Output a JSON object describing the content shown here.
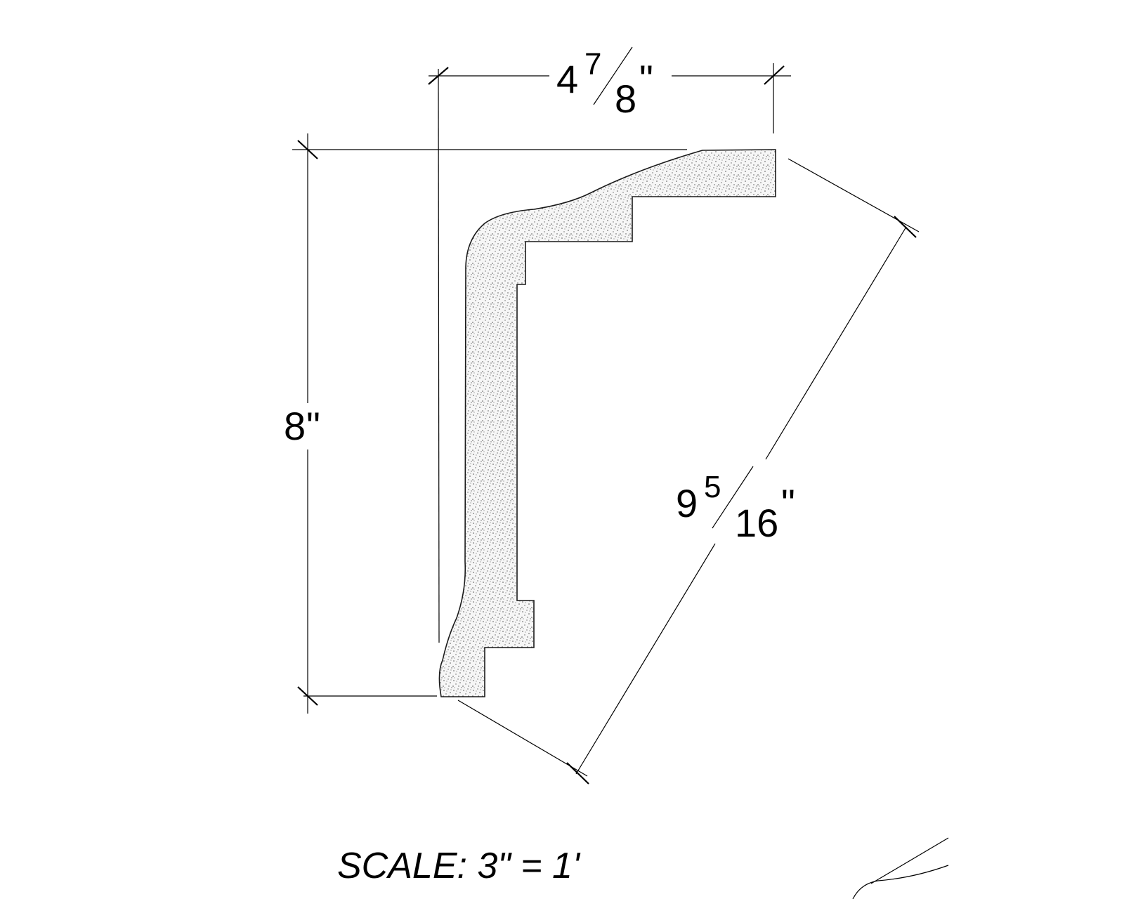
{
  "dimensions": {
    "width": {
      "whole": "4",
      "numerator": "7",
      "denominator": "8",
      "unit": "\""
    },
    "height": {
      "value": "8",
      "unit": "\""
    },
    "diagonal": {
      "whole": "9",
      "numerator": "5",
      "denominator": "16",
      "unit": "\""
    }
  },
  "scale": {
    "label": "SCALE:  3\" = 1'"
  },
  "colors": {
    "line": "#000000",
    "fill": "#f4f4f4",
    "stipple": "#555555"
  }
}
